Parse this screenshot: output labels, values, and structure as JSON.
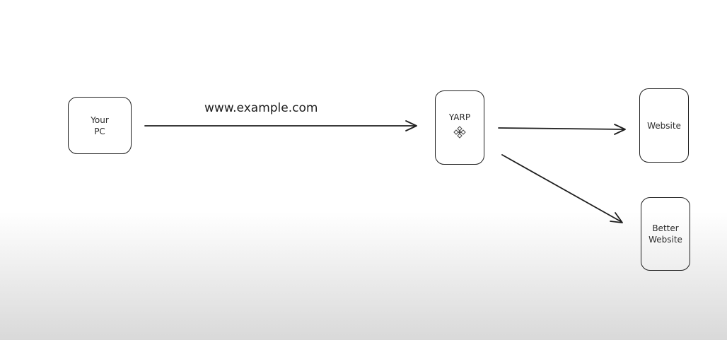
{
  "nodes": {
    "your_pc": "Your\nPC",
    "yarp": "YARP",
    "website": "Website",
    "better_website": "Better\nWebsite"
  },
  "edges": {
    "request_label": "www.example.com"
  },
  "icons": {
    "yarp_logo": "yarp-logo-icon"
  },
  "colors": {
    "stroke": "#1e1e1e",
    "text": "#2a2a2a"
  }
}
